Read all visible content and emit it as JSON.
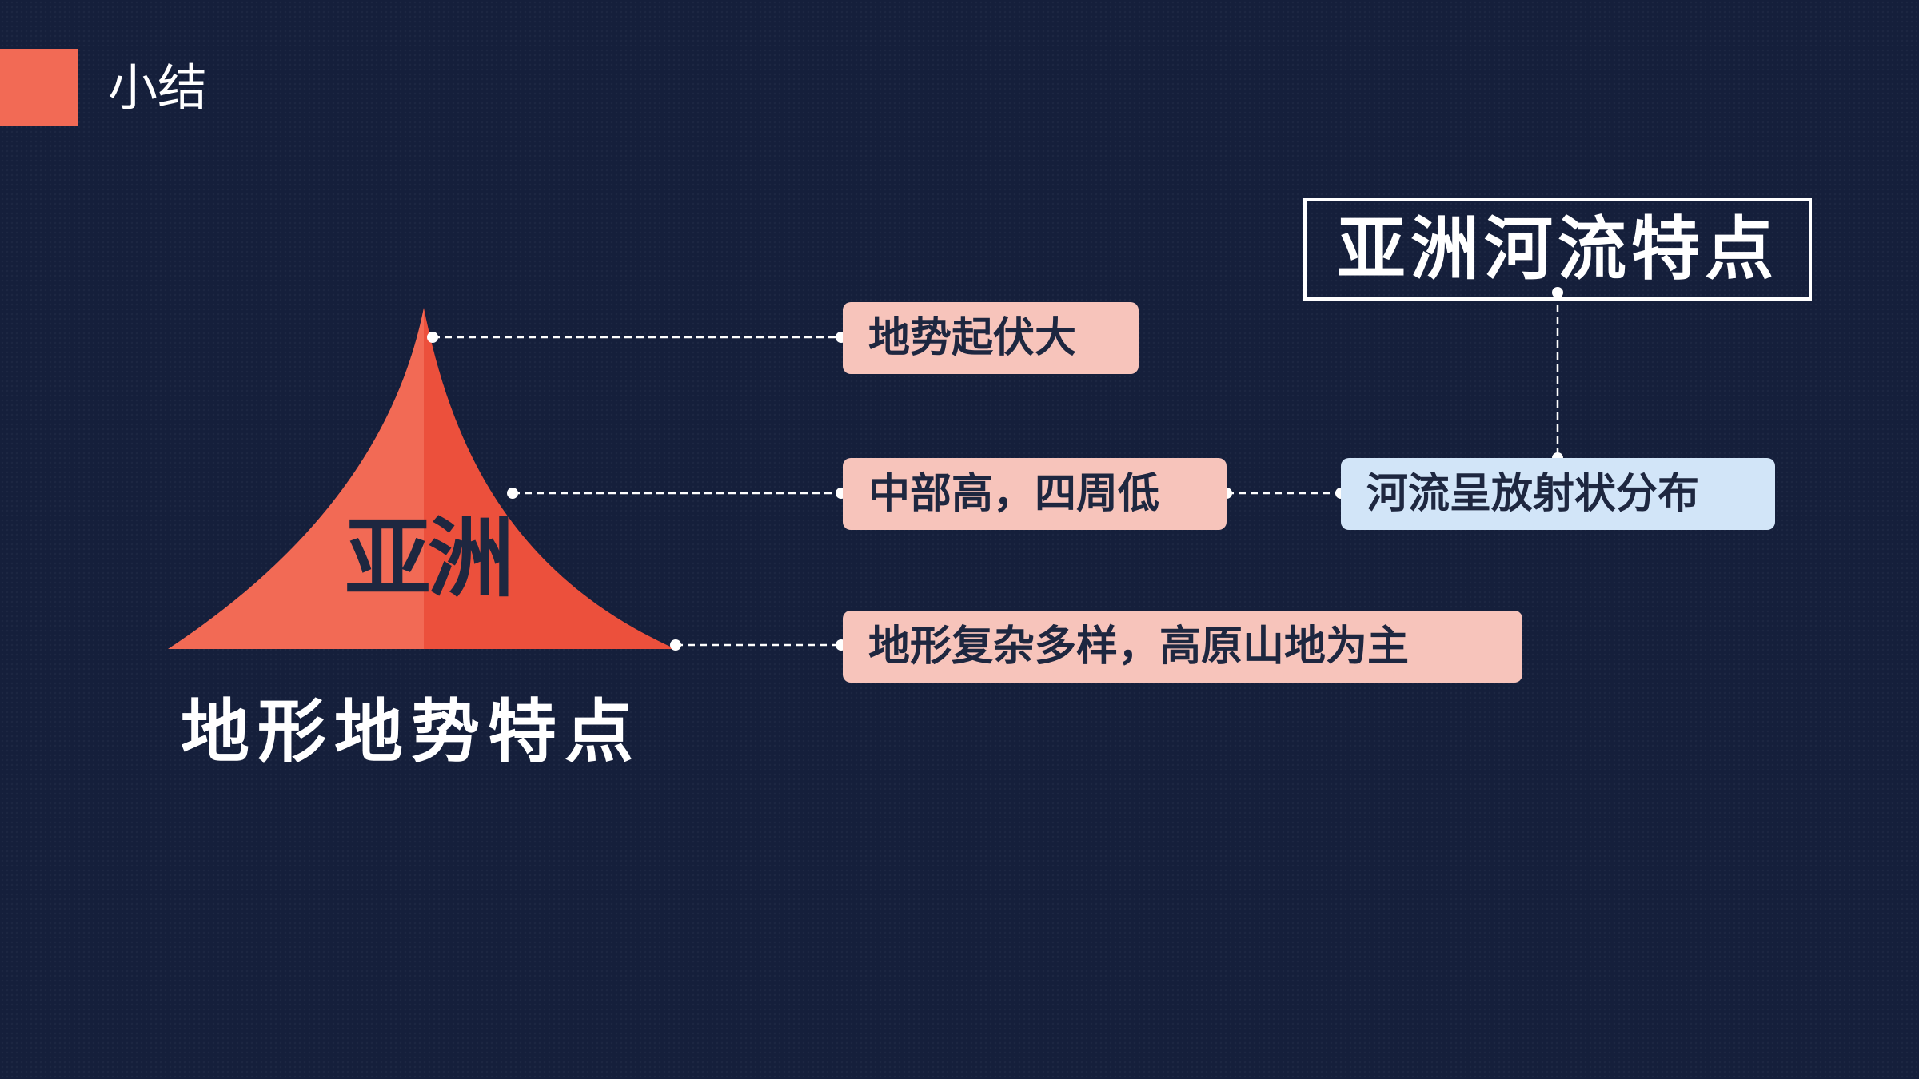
{
  "header": {
    "title": "小结"
  },
  "diagram": {
    "mountain_label": "亚洲",
    "left_title": "地形地势特点",
    "right_title": "亚洲河流特点",
    "terrain_features": [
      "地势起伏大",
      "中部高，四周低",
      "地形复杂多样，高原山地为主"
    ],
    "river_feature": "河流呈放射状分布"
  },
  "colors": {
    "background": "#151f3b",
    "accent": "#f26a55",
    "terrain_pill": "#f7c4bb",
    "river_pill": "#d2e5f8",
    "text_dark": "#1e2740"
  }
}
